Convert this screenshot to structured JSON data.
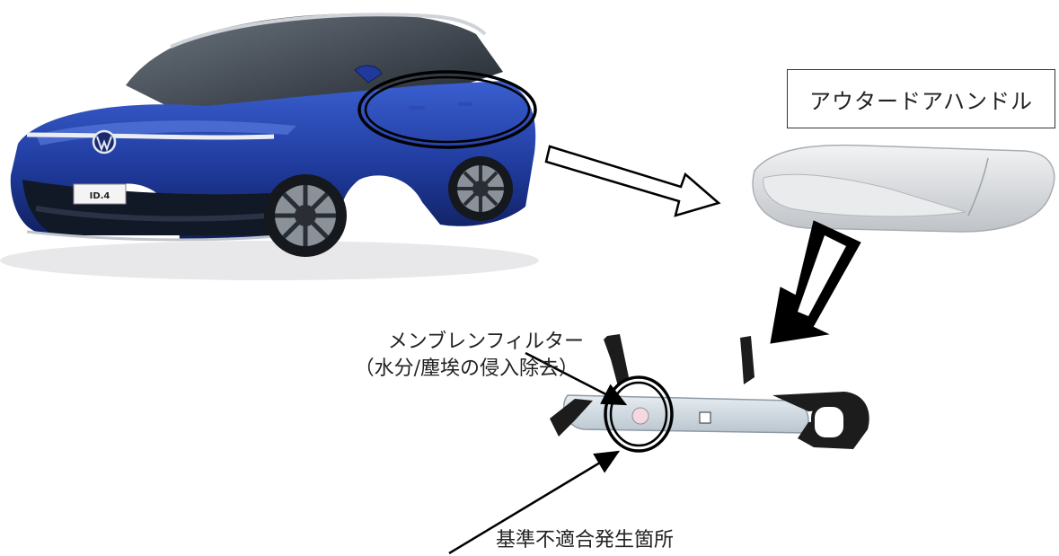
{
  "labels": {
    "outer_door_handle": "アウタードアハンドル",
    "membrane_filter_line1": "メンブレンフィルター",
    "membrane_filter_line2": "（水分/塵埃の侵入除去）",
    "defect_location": "基準不適合発生箇所"
  },
  "vehicle": {
    "plate_text": "ID.4"
  },
  "colors": {
    "car_body": "#1f3a9c",
    "car_body_dark": "#0f1e5a",
    "handle_gray": "#dadde0",
    "bracket_black": "#1c1c1c",
    "outline": "#000000"
  }
}
